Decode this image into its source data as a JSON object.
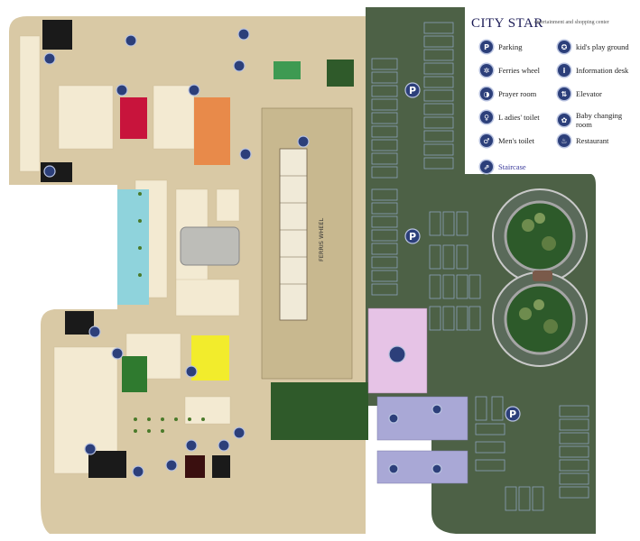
{
  "legend": {
    "title": "CITY STAR",
    "subtitle": "entertainment and shopping center",
    "items": [
      {
        "label": "Parking",
        "icon": "parking-icon",
        "glyph": "P"
      },
      {
        "label": "kid's play ground",
        "icon": "playground-icon",
        "glyph": "✪"
      },
      {
        "label": "Ferries wheel",
        "icon": "ferris-wheel-icon",
        "glyph": "✲"
      },
      {
        "label": "Information desk",
        "icon": "information-icon",
        "glyph": "i"
      },
      {
        "label": "Prayer room",
        "icon": "prayer-room-icon",
        "glyph": "◑"
      },
      {
        "label": "Elevator",
        "icon": "elevator-icon",
        "glyph": "⇅"
      },
      {
        "label": "L adies' toilet",
        "icon": "ladies-toilet-icon",
        "glyph": "♀"
      },
      {
        "label": "Baby changing room",
        "icon": "baby-changing-icon",
        "glyph": "✿"
      },
      {
        "label": "Men's toilet",
        "icon": "mens-toilet-icon",
        "glyph": "♂"
      },
      {
        "label": "Restaurant",
        "icon": "restaurant-icon",
        "glyph": "♨"
      },
      {
        "label": "Staircase",
        "icon": "staircase-icon",
        "glyph": "⇗"
      }
    ]
  },
  "map": {
    "ferris_wheel_label": "FERRIS WHEEL",
    "parking_glyph": "P",
    "colors": {
      "floor": "#d9c9a5",
      "parking": "#4d6146",
      "water": "#8fd3dc",
      "prayer_room": "#e6c3e6",
      "toilets": "#a9a8d6",
      "green_area": "#2f5a2a",
      "restaurant_red": "#c8143c",
      "restaurant_orange": "#e88a4a",
      "restaurant_yellow": "#f2ec2c",
      "restaurant_green": "#2f7a2f",
      "accent_blue": "#2c3f7a"
    }
  }
}
